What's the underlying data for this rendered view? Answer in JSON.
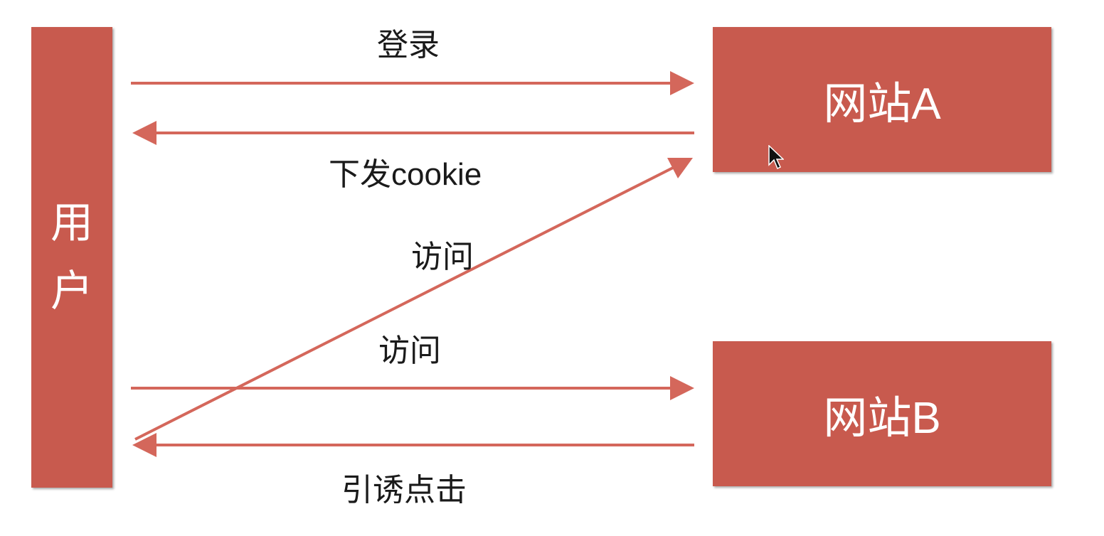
{
  "nodes": {
    "user": {
      "chars": [
        "用",
        "户"
      ]
    },
    "site_a": {
      "label": "网站A"
    },
    "site_b": {
      "label": "网站B"
    }
  },
  "edges": {
    "login": {
      "label": "登录",
      "from": "user",
      "to": "site_a"
    },
    "cookie": {
      "label": "下发cookie",
      "from": "site_a",
      "to": "user"
    },
    "visit_a": {
      "label": "访问",
      "from": "user",
      "to": "site_a"
    },
    "visit_b": {
      "label": "访问",
      "from": "user",
      "to": "site_b"
    },
    "lure": {
      "label": "引诱点击",
      "from": "site_b",
      "to": "user"
    }
  },
  "colors": {
    "box_fill": "#c85a4e",
    "arrow": "#d4675b",
    "label_text": "#1a1a1a",
    "box_text": "#ffffff"
  },
  "icons": {
    "cursor": "mouse-pointer-icon"
  }
}
